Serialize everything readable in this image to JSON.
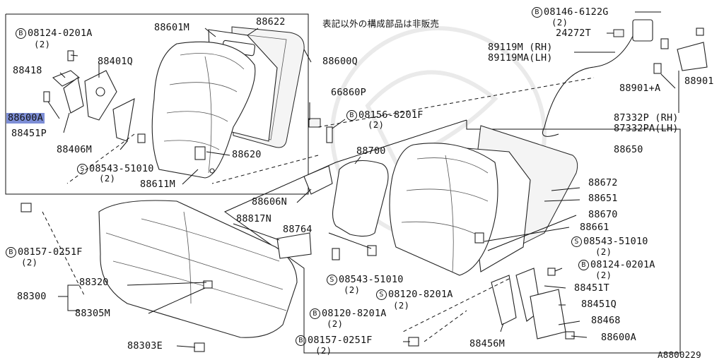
{
  "diagram_id": "A8800229",
  "note": "表記以外の構成部品は非販売",
  "labels": {
    "p88601M": "88601M",
    "p88622": "88622",
    "p08124_top": "08124-0201A",
    "q2_a": "(2)",
    "p88418": "88418",
    "p88401Q": "88401Q",
    "p88600Q": "88600Q",
    "p88600A_top": "88600A",
    "p88451P": "88451P",
    "p88406M": "88406M",
    "p08543_left": "08543-51010",
    "q2_b": "(2)",
    "p88620": "88620",
    "p88611M": "88611M",
    "p66860P": "66860P",
    "p08156": "08156-8201F",
    "q2_c": "(2)",
    "p88606N": "88606N",
    "p88700": "88700",
    "p08157_left": "08157-0251F",
    "q2_d": "(2)",
    "p88817N": "88817N",
    "p88764": "88764",
    "p08543_mid": "08543-51010",
    "q2_e": "(2)",
    "p08120_mid": "08120-8201A",
    "q2_f": "(2)",
    "p08120_low": "08120-8201A",
    "q2_g": "(2)",
    "p88320": "88320",
    "p88300": "88300",
    "p88305M": "88305M",
    "p88303E": "88303E",
    "p08157_bottom": "08157-0251F",
    "q2_h": "(2)",
    "p08146": "08146-6122G",
    "q2_i": "(2)",
    "p24272T": "24272T",
    "p89119M": "89119M  (RH)",
    "p89119MA": "89119MA(LH)",
    "p88901": "88901",
    "p88901A": "88901+A",
    "p87332P": "87332P  (RH)",
    "p87332PA": "87332PA(LH)",
    "p88650": "88650",
    "p88672": "88672",
    "p88651": "88651",
    "p88670": "88670",
    "p88661": "88661",
    "p08543_right": "08543-51010",
    "q2_j": "(2)",
    "p08124_right": "08124-0201A",
    "q2_k": "(2)",
    "p88451T": "88451T",
    "p88451Q": "88451Q",
    "p88468": "88468",
    "p88456M": "88456M",
    "p88600A_bottom": "88600A"
  },
  "bolt_letters": {
    "B": "B",
    "S": "S"
  },
  "highlight_color": "#7d8ed6"
}
